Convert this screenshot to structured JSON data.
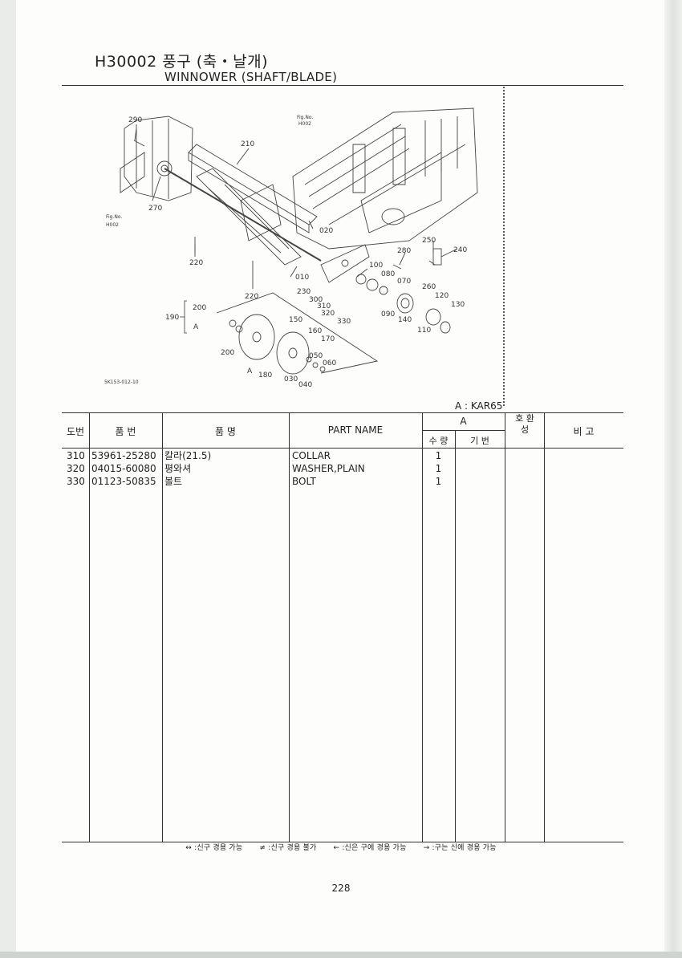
{
  "header": {
    "code_title": "H30002 풍구 (축・날개)",
    "english_title": "WINNOWER (SHAFT/BLADE)"
  },
  "diagram": {
    "labels": [
      "290",
      "210",
      "Fig.No.",
      "H002",
      "270",
      "Fig.No.",
      "H002",
      "220",
      "020",
      "010",
      "220",
      "250",
      "240",
      "280",
      "100",
      "080",
      "070",
      "230",
      "300",
      "310",
      "320",
      "330",
      "260",
      "120",
      "130",
      "090",
      "140",
      "110",
      "190",
      "200",
      "A",
      "150",
      "160",
      "170",
      "200",
      "050",
      "060",
      "A",
      "180",
      "030",
      "040"
    ],
    "drawing_code": "5K153-012-10"
  },
  "variant_note": "A : KAR65",
  "table": {
    "headers": {
      "ref_no": "도번",
      "part_no": "품 번",
      "part_name_kr": "품 명",
      "part_name_en": "PART NAME",
      "group_a": "A",
      "qty": "수 량",
      "model": "기 번",
      "interchange": "호 환 성",
      "remarks": "비 고"
    },
    "rows": [
      {
        "ref": "310",
        "part_no": "53961-25280",
        "name_kr": "칼라(21.5)",
        "name_en": "COLLAR",
        "qty": "1"
      },
      {
        "ref": "320",
        "part_no": "04015-60080",
        "name_kr": "평와셔",
        "name_en": "WASHER,PLAIN",
        "qty": "1"
      },
      {
        "ref": "330",
        "part_no": "01123-50835",
        "name_kr": "볼트",
        "name_en": "BOLT",
        "qty": "1"
      }
    ]
  },
  "legend": [
    "↔ :신구 경용 가능",
    "≠ :신구 경용 불가",
    "← :신은 구에 경용 가능",
    "→ :구는 신에 경용 가능"
  ],
  "page_number": "228"
}
